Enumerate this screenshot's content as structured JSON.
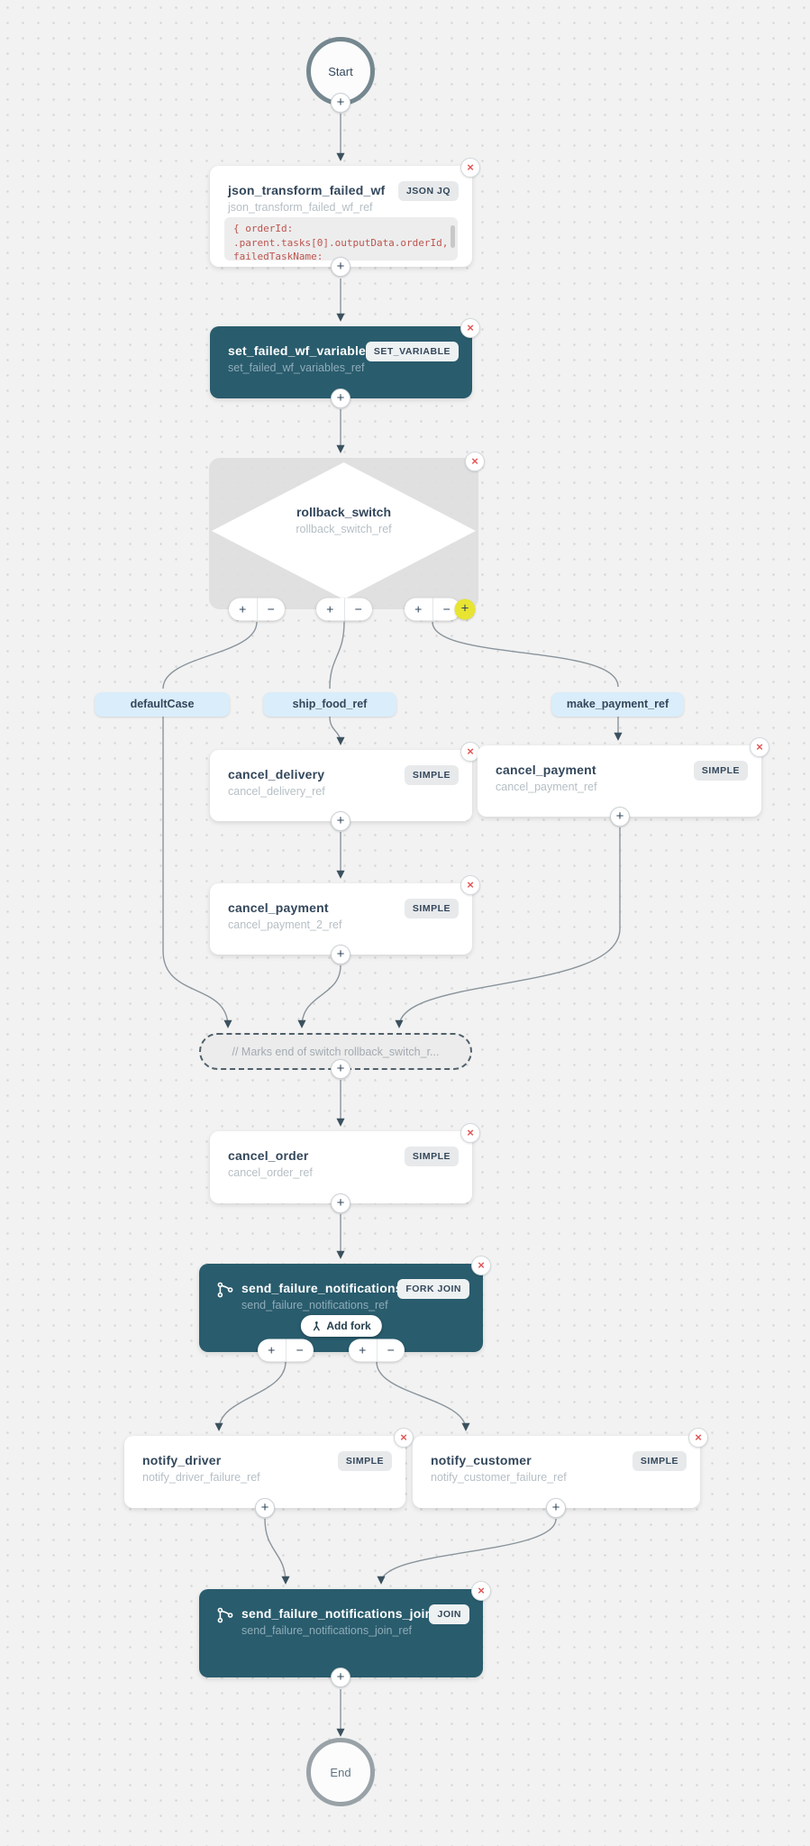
{
  "colors": {
    "card_dark": "#295c6d",
    "title_text": "#33475b",
    "ref_text": "#b6bfc5",
    "badge_bg": "#e7e9eb",
    "branch_label_bg": "#d9edfb",
    "code_text": "#bd544e",
    "close_red": "#e25555",
    "add_case_yellow": "#e8e432",
    "wire": "#8a949b"
  },
  "terminals": {
    "start": "Start",
    "end": "End"
  },
  "tasks": {
    "json_transform": {
      "title": "json_transform_failed_wf",
      "ref": "json_transform_failed_wf_ref",
      "badge": "JSON JQ",
      "code": [
        "{ orderId:",
        ".parent.tasks[0].outputData.orderId,",
        "failedTaskName:"
      ]
    },
    "set_variables": {
      "title": "set_failed_wf_variables",
      "ref": "set_failed_wf_variables_ref",
      "badge": "SET_VARIABLE"
    },
    "rollback_switch": {
      "title": "rollback_switch",
      "ref": "rollback_switch_ref"
    },
    "cancel_delivery": {
      "title": "cancel_delivery",
      "ref": "cancel_delivery_ref",
      "badge": "SIMPLE"
    },
    "cancel_payment_mid": {
      "title": "cancel_payment",
      "ref": "cancel_payment_2_ref",
      "badge": "SIMPLE"
    },
    "cancel_payment_right": {
      "title": "cancel_payment",
      "ref": "cancel_payment_ref",
      "badge": "SIMPLE"
    },
    "switch_end": {
      "label": "// Marks end of switch  rollback_switch_r..."
    },
    "cancel_order": {
      "title": "cancel_order",
      "ref": "cancel_order_ref",
      "badge": "SIMPLE"
    },
    "fork": {
      "title": "send_failure_notifications",
      "ref": "send_failure_notifications_ref",
      "badge": "FORK JOIN",
      "add_fork": "Add fork"
    },
    "notify_driver": {
      "title": "notify_driver",
      "ref": "notify_driver_failure_ref",
      "badge": "SIMPLE"
    },
    "notify_customer": {
      "title": "notify_customer",
      "ref": "notify_customer_failure_ref",
      "badge": "SIMPLE"
    },
    "join": {
      "title": "send_failure_notifications_join",
      "ref": "send_failure_notifications_join_ref",
      "badge": "JOIN"
    }
  },
  "branches": {
    "default": "defaultCase",
    "ship": "ship_food_ref",
    "payment": "make_payment_ref"
  },
  "controls": {
    "plus": "+",
    "minus": "−",
    "close": "×"
  }
}
